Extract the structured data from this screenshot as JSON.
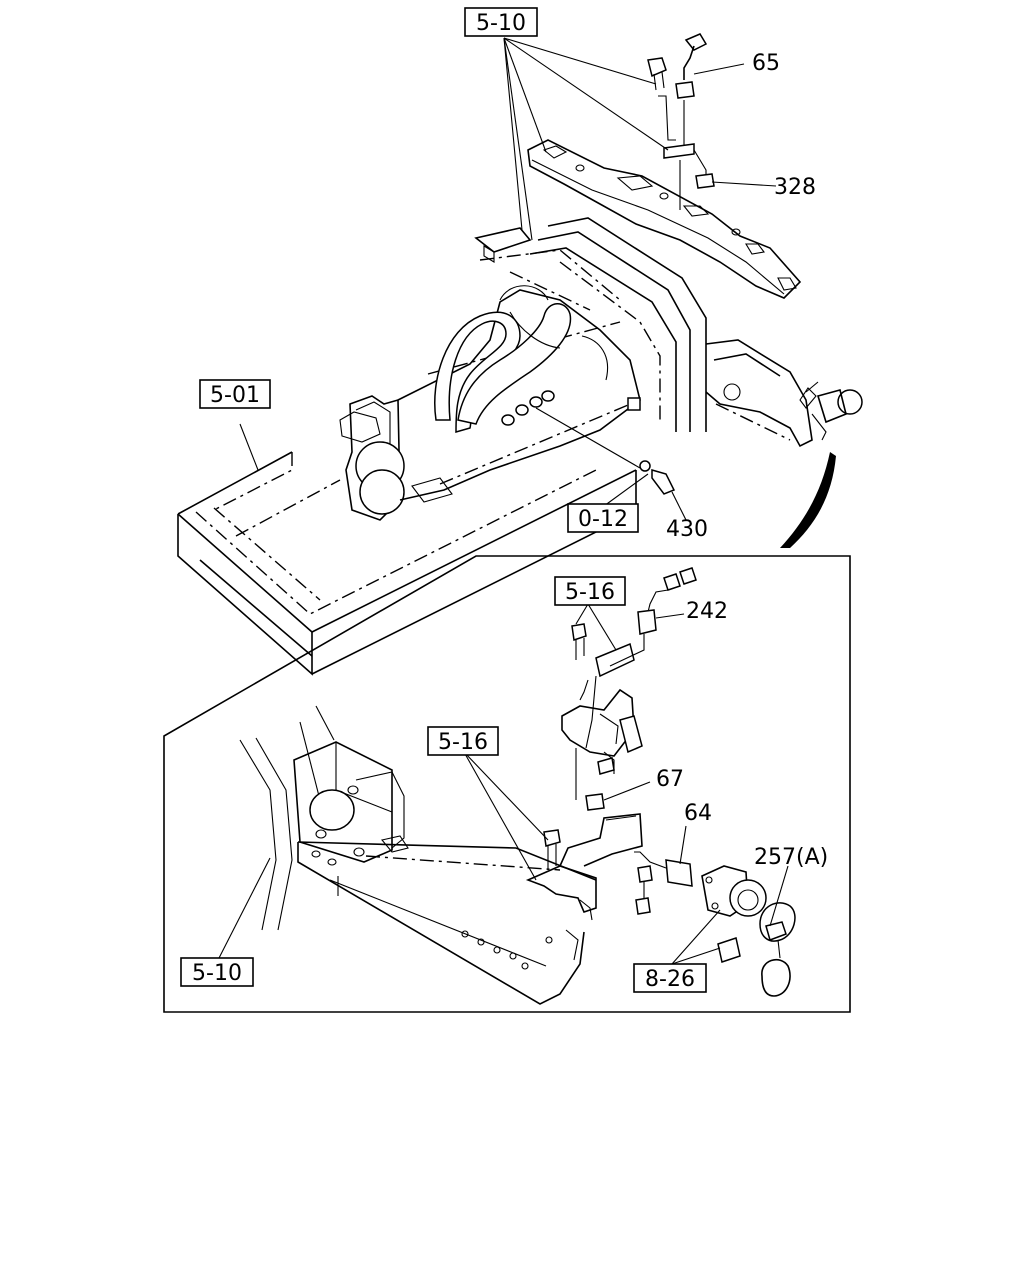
{
  "refs": {
    "r510_top": "5-10",
    "r501": "5-01",
    "r012": "0-12",
    "r516_a": "5-16",
    "r516_b": "5-16",
    "r510_inset": "5-10",
    "r826": "8-26"
  },
  "parts": {
    "p65": "65",
    "p328": "328",
    "p430": "430",
    "p242": "242",
    "p67": "67",
    "p64": "64",
    "p257": "257(A)"
  }
}
